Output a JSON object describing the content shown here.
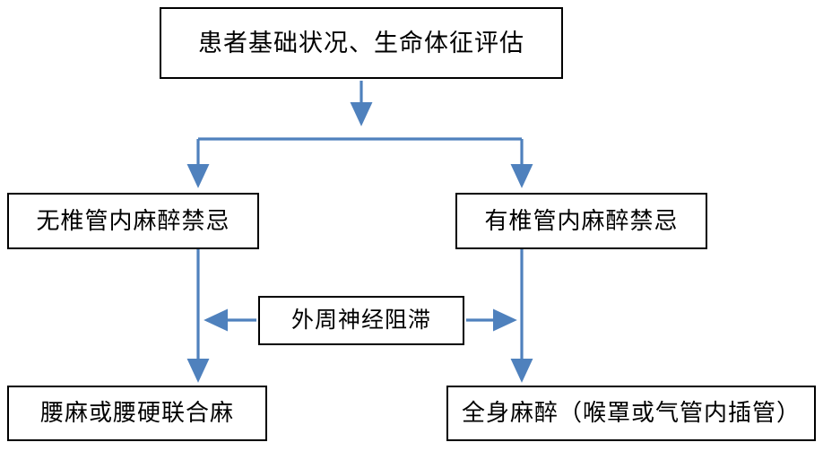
{
  "diagram": {
    "type": "flowchart",
    "accent_color": "#4f81bd",
    "node_border_color": "#000000",
    "background_color": "#ffffff",
    "nodes": [
      {
        "id": "assess",
        "label": "患者基础状况、生命体征评估"
      },
      {
        "id": "no_contra",
        "label": "无椎管内麻醉禁忌"
      },
      {
        "id": "has_contra",
        "label": "有椎管内麻醉禁忌"
      },
      {
        "id": "pnb",
        "label": "外周神经阻滞"
      },
      {
        "id": "spinal",
        "label": "腰麻或腰硬联合麻"
      },
      {
        "id": "general",
        "label": "全身麻醉（喉罩或气管内插管）"
      }
    ],
    "edges": [
      {
        "from": "assess",
        "to": "branch_point",
        "label": ""
      },
      {
        "from": "branch_point",
        "to": "no_contra",
        "label": ""
      },
      {
        "from": "branch_point",
        "to": "has_contra",
        "label": ""
      },
      {
        "from": "pnb",
        "to": "no_contra_path",
        "label": ""
      },
      {
        "from": "pnb",
        "to": "has_contra_path",
        "label": ""
      },
      {
        "from": "no_contra",
        "to": "spinal",
        "label": ""
      },
      {
        "from": "has_contra",
        "to": "general",
        "label": ""
      }
    ]
  }
}
